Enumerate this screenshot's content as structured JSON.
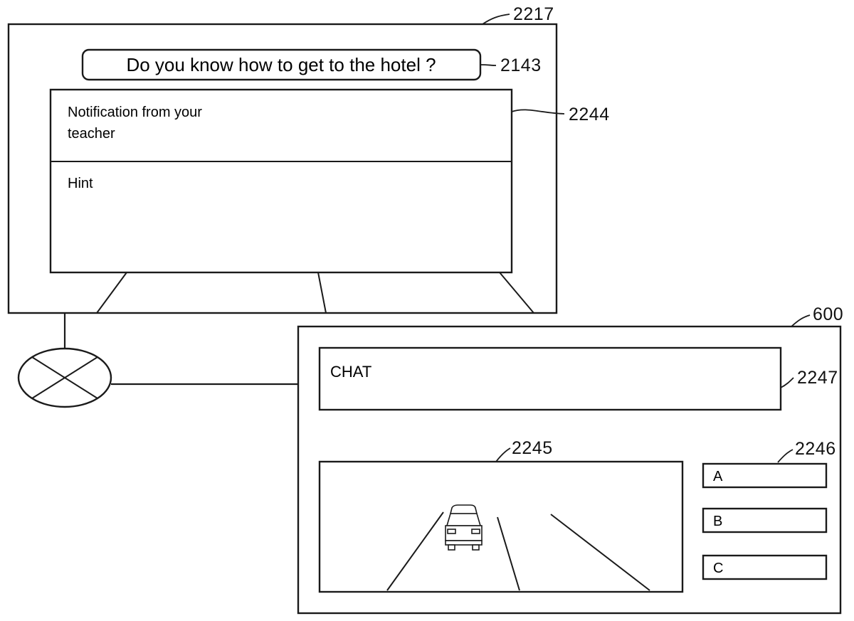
{
  "figure": {
    "title": "Patent figure: teacher notification display and in-car chat terminal",
    "background_color": "#ffffff",
    "line_color": "#1a1a1a"
  },
  "top_panel": {
    "ref": "2217",
    "speech_bubble": {
      "ref": "2143",
      "text": "Do you know how to get to the hotel ?"
    },
    "notification_panel": {
      "ref": "2244",
      "sections": [
        {
          "name": "notification",
          "text_line_1": "Notification from your",
          "text_line_2": "teacher"
        },
        {
          "name": "hint",
          "text_line_1": "Hint",
          "text_line_2": ""
        }
      ]
    }
  },
  "connector": {
    "symbol_name": "crossed-ellipse-connector",
    "label": ""
  },
  "bottom_panel": {
    "ref": "600",
    "chat_box": {
      "ref": "2247",
      "text": "CHAT"
    },
    "video_view": {
      "ref": "2245",
      "scene_name": "road-with-car-rear-view",
      "lane_lines": 3
    },
    "choice_buttons": {
      "ref": "2246",
      "items": [
        {
          "label": "A"
        },
        {
          "label": "B"
        },
        {
          "label": "C"
        }
      ]
    }
  }
}
